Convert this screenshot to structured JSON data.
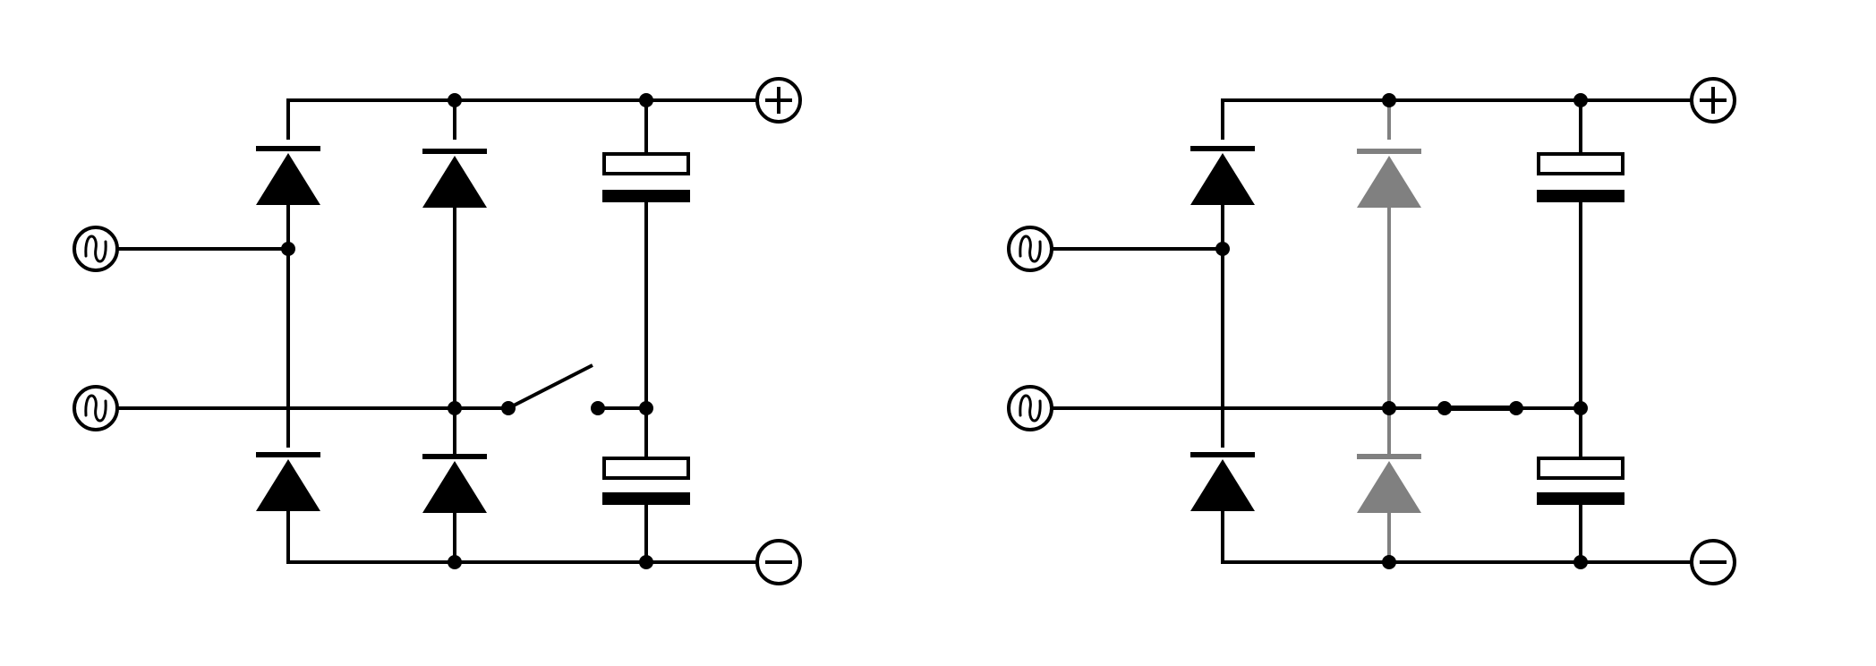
{
  "diagram": {
    "left": {
      "terminals": {
        "ac_top": "~",
        "ac_bottom": "~",
        "dc_positive": "+",
        "dc_negative": "−"
      },
      "switch_state": "open",
      "middle_diodes_state": "active"
    },
    "right": {
      "terminals": {
        "ac_top": "~",
        "ac_bottom": "~",
        "dc_positive": "+",
        "dc_negative": "−"
      },
      "switch_state": "closed",
      "middle_diodes_state": "inactive"
    },
    "colors": {
      "wire": "#000000",
      "inactive": "#808080",
      "background": "#ffffff"
    }
  }
}
